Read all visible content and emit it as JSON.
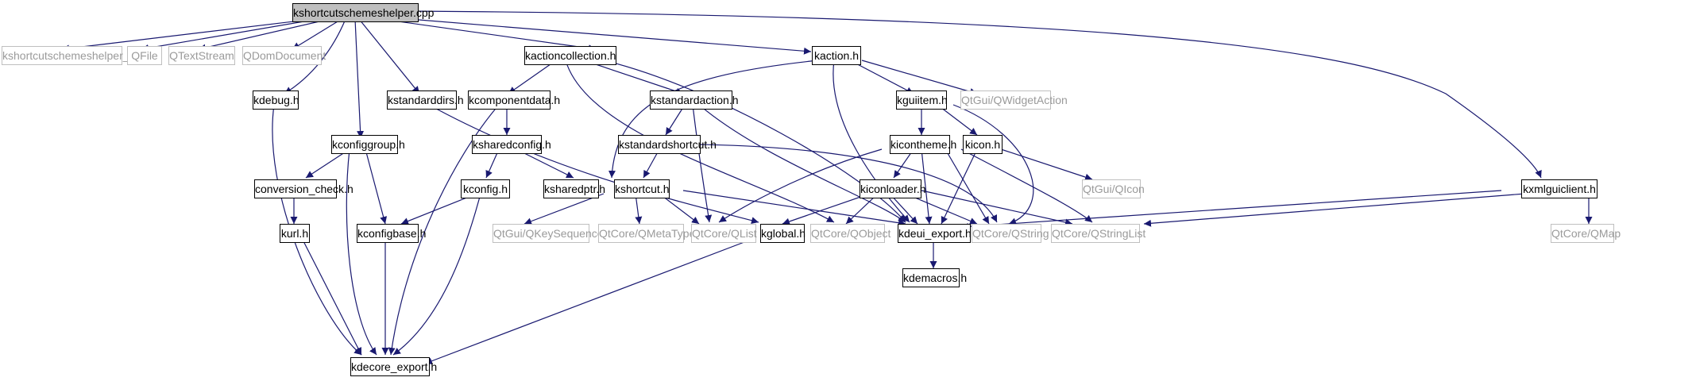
{
  "diagram": {
    "edge_color": "#191970",
    "external_border_color": "#bfbfbf",
    "root_fill_color": "#bfbfbf",
    "nodes": {
      "root": "kshortcutschemeshelper.cpp",
      "priv": "kshortcutschemeshelper_p.h",
      "qfile": "QFile",
      "qtextstream": "QTextStream",
      "qdomdocument": "QDomDocument",
      "kdebug": "kdebug.h",
      "kconfiggroup": "kconfiggroup.h",
      "kstandarddirs": "kstandarddirs.h",
      "kactioncollection": "kactioncollection.h",
      "kaction": "kaction.h",
      "kxmlguiclient": "kxmlguiclient.h",
      "kcomponentdata": "kcomponentdata.h",
      "kstandardaction": "kstandardaction.h",
      "kguiitem": "kguiitem.h",
      "qwidgetaction": "QtGui/QWidgetAction",
      "ksharedconfig": "ksharedconfig.h",
      "kstandardshortcut": "kstandardshortcut.h",
      "kicontheme": "kicontheme.h",
      "kicon": "kicon.h",
      "conversion_check": "conversion_check.h",
      "kconfig": "kconfig.h",
      "ksharedptr": "ksharedptr.h",
      "kshortcut": "kshortcut.h",
      "kiconloader": "kiconloader.h",
      "qicon": "QtGui/QIcon",
      "kurl": "kurl.h",
      "kconfigbase": "kconfigbase.h",
      "qkeysequence": "QtGui/QKeySequence",
      "qmetatype": "QtCore/QMetaType",
      "qlist": "QtCore/QList",
      "kglobal": "kglobal.h",
      "qobject": "QtCore/QObject",
      "kdeui_export": "kdeui_export.h",
      "qstring": "QtCore/QString",
      "qstringlist": "QtCore/QStringList",
      "qmap": "QtCore/QMap",
      "kdecore_export": "kdecore_export.h",
      "kdemacros": "kdemacros.h"
    }
  }
}
